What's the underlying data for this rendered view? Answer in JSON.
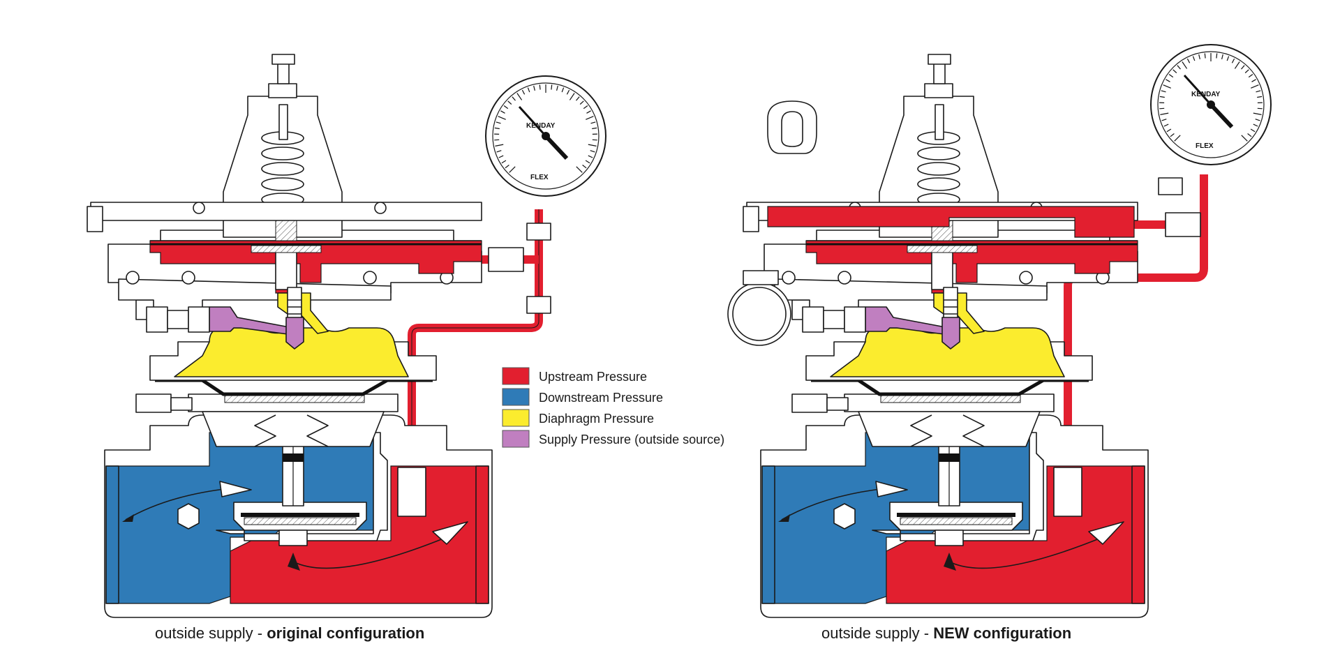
{
  "colors": {
    "upstream": "#e21f2f",
    "downstream": "#2f7bb7",
    "diaphragm": "#fbec2e",
    "supply": "#c07fc0",
    "outline": "#1a1a1a"
  },
  "legend": [
    {
      "key": "upstream",
      "label": "Upstream Pressure"
    },
    {
      "key": "downstream",
      "label": "Downstream Pressure"
    },
    {
      "key": "diaphragm",
      "label": "Diaphragm Pressure"
    },
    {
      "key": "supply",
      "label": "Supply Pressure (outside source)"
    }
  ],
  "panels": [
    {
      "caption_prefix": "outside supply - ",
      "caption_bold": "original configuration"
    },
    {
      "caption_prefix": "outside supply - ",
      "caption_bold": "NEW configuration"
    }
  ],
  "gauge": {
    "brand": "KENDAY",
    "logo": "FLEX"
  }
}
